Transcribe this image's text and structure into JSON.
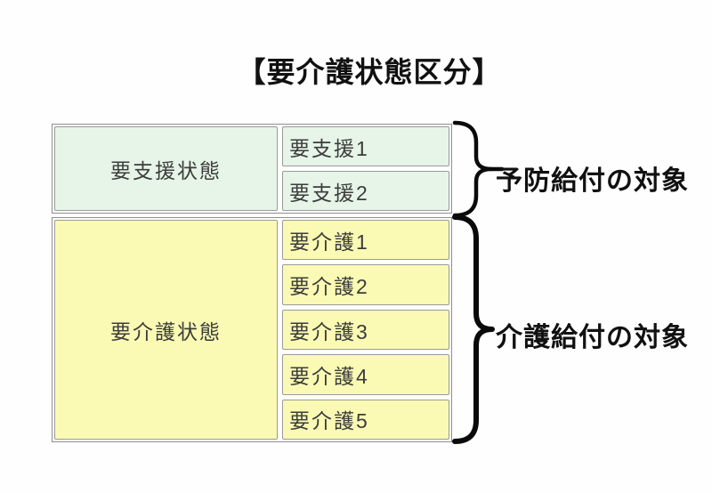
{
  "title": "【要介護状態区分】",
  "colors": {
    "support-bg": "#e6f5e7",
    "care-bg": "#fafab4",
    "cell-border": "#9a9a9a",
    "outer-border": "#8f8f8f",
    "text": "#3c3c3c",
    "heading": "#111111",
    "brace": "#0a0a0a",
    "page-bg": "#fdfefd"
  },
  "table": {
    "support": {
      "label": "要支援状態",
      "levels": [
        "要支援1",
        "要支援2"
      ]
    },
    "care": {
      "label": "要介護状態",
      "levels": [
        "要介護1",
        "要介護2",
        "要介護3",
        "要介護4",
        "要介護5"
      ]
    }
  },
  "annotations": {
    "prevention": "予防給付の対象",
    "care": "介護給付の対象"
  }
}
